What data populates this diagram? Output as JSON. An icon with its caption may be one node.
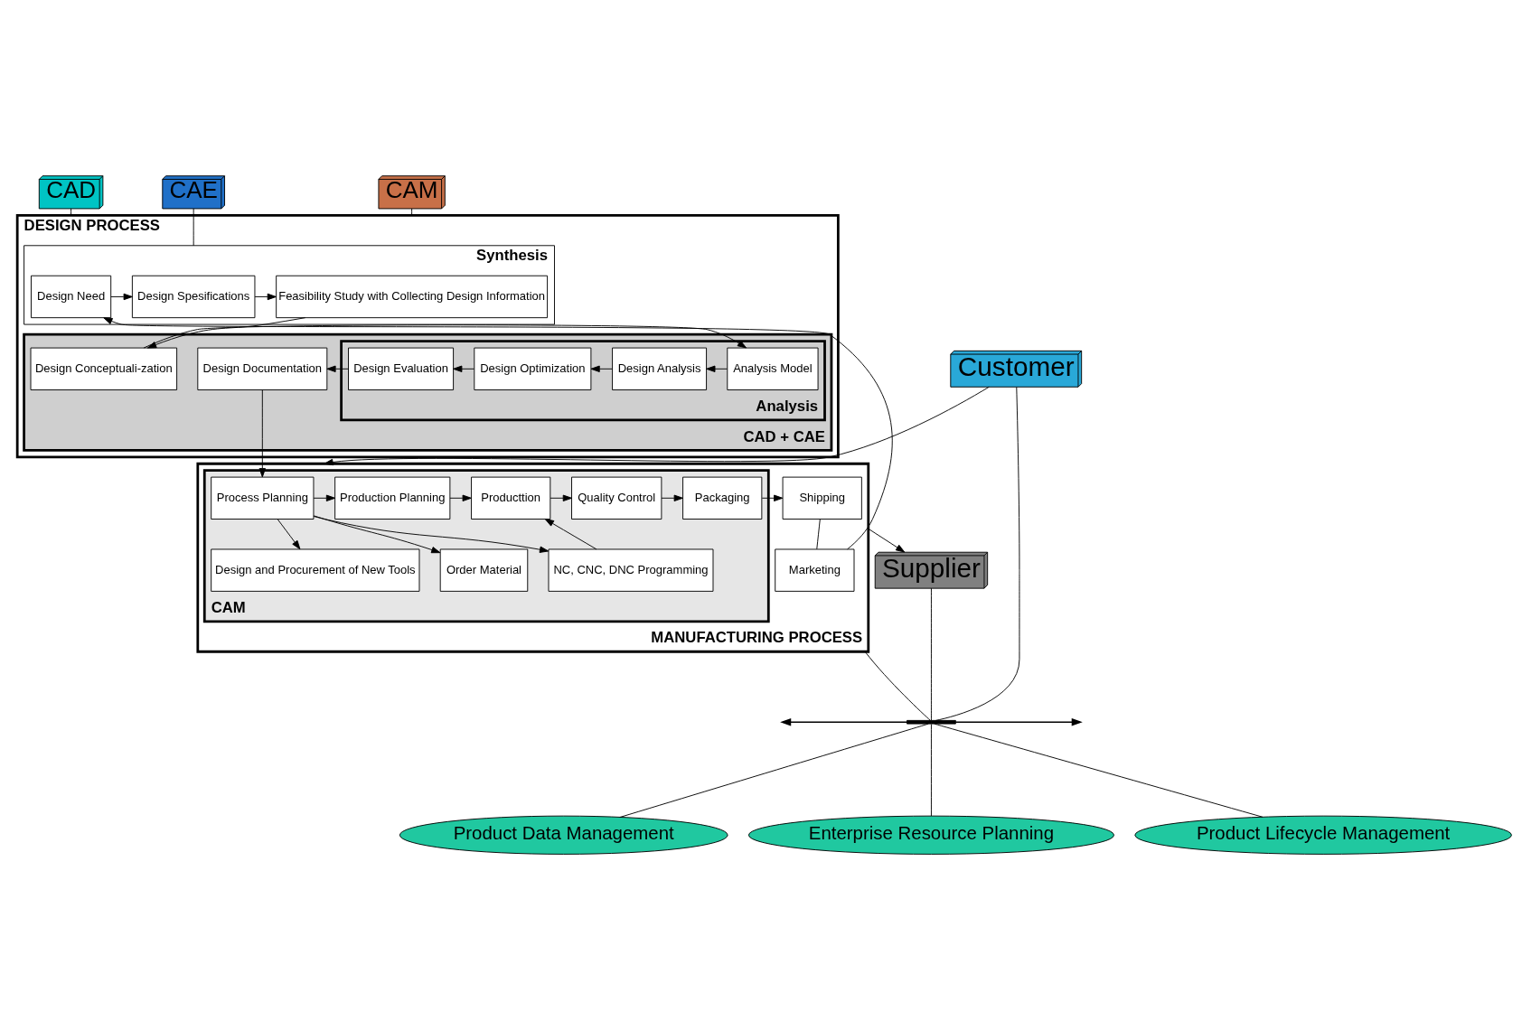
{
  "diagram": {
    "nodes": [
      {
        "text": [
          "CAD"
        ]
      },
      {
        "text": [
          "CAE"
        ]
      },
      {
        "text": [
          "CAM"
        ]
      },
      {
        "text": [
          "Customer"
        ]
      },
      {
        "text": [
          "Supplier"
        ]
      },
      {
        "text": [
          "DESIGN PROCESS"
        ]
      },
      {
        "text": [
          "Synthesis"
        ],
        "in": 5
      },
      {
        "text": [
          "Design Need"
        ],
        "in": 6
      },
      {
        "text": [
          "Design Spesifications"
        ],
        "in": 6
      },
      {
        "text": [
          "Feasibility Study with Collecting Design Information"
        ],
        "in": 6
      },
      {
        "text": [
          "CAD + CAE"
        ],
        "in": 5
      },
      {
        "text": [
          "Analysis"
        ],
        "in": 10
      },
      {
        "text": [
          "Design Documentation"
        ],
        "in": 10
      },
      {
        "text": [
          "Design Evaluation"
        ],
        "in": 11
      },
      {
        "text": [
          "Design Optimization"
        ],
        "in": 11
      },
      {
        "text": [
          "Design Analysis"
        ],
        "in": 11
      },
      {
        "text": [
          "Analysis Model"
        ],
        "in": 11
      },
      {
        "text": [
          "Design Conceptuali-zation"
        ],
        "in": 10
      },
      {
        "text": [
          "MANUFACTURING PROCESS"
        ]
      },
      {
        "text": [
          "CAM"
        ],
        "in": 18
      },
      {
        "text": [
          "Process Planning"
        ],
        "in": 19
      },
      {
        "text": [
          "Production Planning"
        ],
        "in": 19
      },
      {
        "text": [
          "Design and Procurement of New Tools"
        ],
        "in": 19
      },
      {
        "text": [
          "Order Material"
        ],
        "in": 19
      },
      {
        "text": [
          "NC, CNC, DNC Programming"
        ],
        "in": 19
      },
      {
        "text": [
          "Producttion"
        ],
        "in": 19
      },
      {
        "text": [
          "Quality Control"
        ],
        "in": 19
      },
      {
        "text": [
          "Packaging"
        ],
        "in": 19
      },
      {
        "text": [
          "Shipping"
        ],
        "in": 18
      },
      {
        "text": [
          "Marketing"
        ],
        "in": 18
      },
      {
        "text": [
          "Product Data Management"
        ]
      },
      {
        "text": [
          "Enterprise Resource Planning"
        ]
      },
      {
        "text": [
          "Product Lifecycle Management"
        ]
      },
      {
        "text": [],
        "shape": "bar"
      }
    ],
    "edges": [
      {
        "from": 0,
        "to": 5,
        "arrow": "none"
      },
      {
        "from": 1,
        "to": 6,
        "arrow": "none"
      },
      {
        "from": 2,
        "to": 5,
        "arrow": "none"
      },
      {
        "from": 3,
        "to": 18,
        "arrow": "to"
      },
      {
        "from": 18,
        "to": 4,
        "arrow": "to"
      },
      {
        "from": 7,
        "to": 8,
        "arrow": "to"
      },
      {
        "from": 8,
        "to": 9,
        "arrow": "to"
      },
      {
        "from": 9,
        "to": 17,
        "arrow": "to"
      },
      {
        "from": 17,
        "to": 16,
        "arrow": "to"
      },
      {
        "from": 16,
        "to": 15,
        "arrow": "to"
      },
      {
        "from": 15,
        "to": 14,
        "arrow": "to"
      },
      {
        "from": 14,
        "to": 13,
        "arrow": "to"
      },
      {
        "from": 13,
        "to": 12,
        "arrow": "to"
      },
      {
        "from": 12,
        "to": 20,
        "arrow": "to"
      },
      {
        "from": 20,
        "to": 21,
        "arrow": "to"
      },
      {
        "from": 20,
        "to": 22,
        "arrow": "to"
      },
      {
        "from": 20,
        "to": 23,
        "arrow": "to"
      },
      {
        "from": 20,
        "to": 24,
        "arrow": "to"
      },
      {
        "from": 21,
        "to": 25,
        "arrow": "to"
      },
      {
        "from": 24,
        "to": 25,
        "arrow": "to"
      },
      {
        "from": 25,
        "to": 26,
        "arrow": "to"
      },
      {
        "from": 26,
        "to": 27,
        "arrow": "to"
      },
      {
        "from": 27,
        "to": 28,
        "arrow": "to"
      },
      {
        "from": 28,
        "to": 29,
        "arrow": "none"
      },
      {
        "from": 29,
        "to": 7,
        "arrow": "to"
      },
      {
        "from": 3,
        "to": 33,
        "arrow": "none"
      },
      {
        "from": 18,
        "to": 33,
        "arrow": "none"
      },
      {
        "from": 4,
        "to": 33,
        "arrow": "none"
      },
      {
        "from": 33,
        "to": 30,
        "arrow": "none"
      },
      {
        "from": 33,
        "to": 31,
        "arrow": "none"
      },
      {
        "from": 33,
        "to": 32,
        "arrow": "none"
      },
      {
        "from": 33,
        "to": null,
        "arrow": "to"
      },
      {
        "from": 33,
        "to": null,
        "arrow": "to"
      }
    ]
  }
}
